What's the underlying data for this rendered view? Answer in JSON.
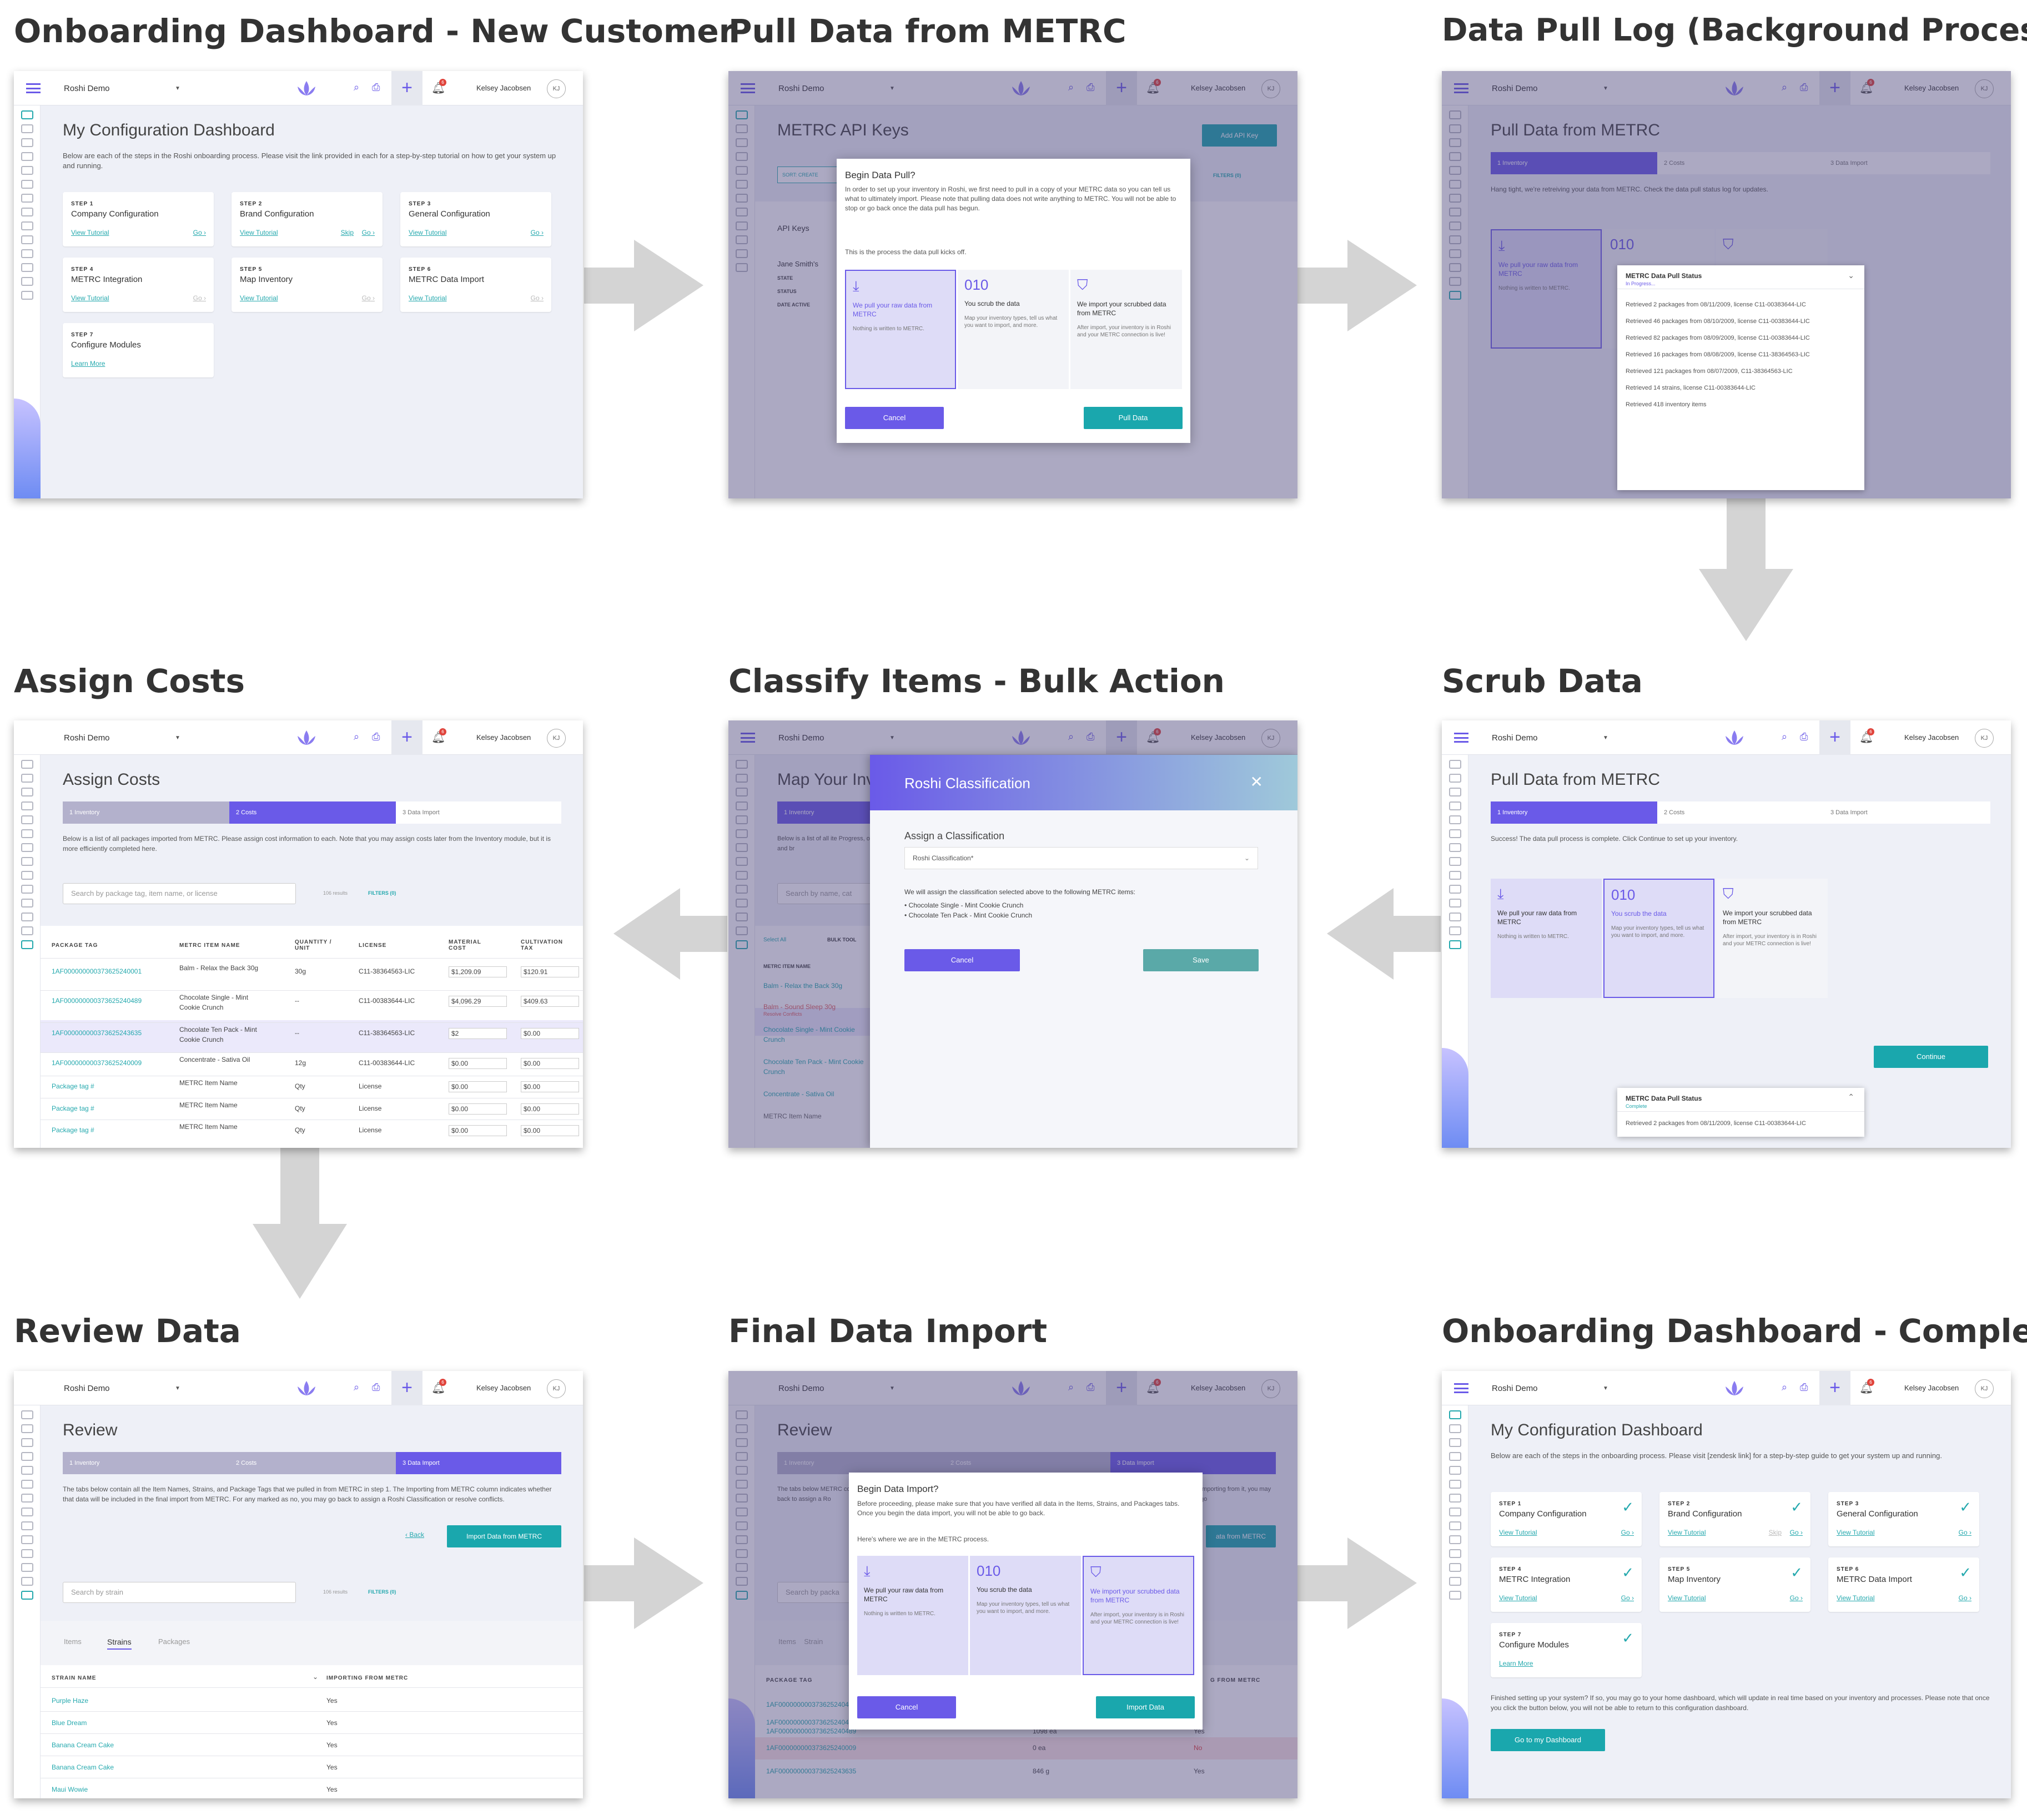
{
  "titles": {
    "p1": "Onboarding Dashboard - New Customer",
    "p2": "Pull Data from METRC",
    "p3": "Data Pull Log (Background Processor)",
    "p4": "Assign Costs",
    "p5": "Classify Items - Bulk Action",
    "p6": "Scrub Data",
    "p7": "Review Data",
    "p8": "Final Data Import",
    "p9": "Onboarding Dashboard - Complete"
  },
  "header": {
    "org": "Roshi Demo",
    "user": "Kelsey Jacobsen",
    "initials": "KJ",
    "notif": "6"
  },
  "dashboard": {
    "title": "My Configuration Dashboard",
    "desc": "Below are each of the steps in the Roshi onboarding process. Please visit the link provided in each for a step-by-step tutorial on how to get your system up and running.",
    "desc_complete": "Below are each of the steps in the onboarding process. Please visit [zendesk link] for a step-by-step guide to get your system up and running.",
    "steps": [
      {
        "step": "STEP 1",
        "name": "Company Configuration",
        "link": "View Tutorial",
        "go": "Go"
      },
      {
        "step": "STEP 2",
        "name": "Brand Configuration",
        "link": "View Tutorial",
        "skip": "Skip",
        "go": "Go"
      },
      {
        "step": "STEP 3",
        "name": "General Configuration",
        "link": "View Tutorial",
        "go": "Go"
      },
      {
        "step": "STEP 4",
        "name": "METRC Integration",
        "link": "View Tutorial",
        "go": "Go"
      },
      {
        "step": "STEP 5",
        "name": "Map Inventory",
        "link": "View Tutorial",
        "go": "Go"
      },
      {
        "step": "STEP 6",
        "name": "METRC Data Import",
        "link": "View Tutorial",
        "go": "Go"
      },
      {
        "step": "STEP 7",
        "name": "Configure Modules",
        "link": "Learn More"
      }
    ],
    "finished": "Finished setting up your system? If so, you may go to your home dashboard, which will update in real time based on your inventory and processes. Please note that once you click the button below, you will not be able to return to this configuration dashboard.",
    "go_dashboard": "Go to my Dashboard"
  },
  "pull": {
    "page_title": "METRC API Keys",
    "add_key": "Add API Key",
    "sort": "SORT: CREATE",
    "filters": "FILTERS (0)",
    "tab": "API Keys",
    "row_name": "Jane Smith's",
    "labels": [
      "STATE",
      "STATUS",
      "DATE ACTIVE"
    ],
    "modal_title": "Begin Data Pull?",
    "modal_text": "In order to set up your inventory in Roshi, we first need to pull in a copy of your METRC data so you can tell us what to ultimately import. Please note that pulling data does not write anything to METRC. You will not be able to stop or go back once the data pull has begun.",
    "modal_text2": "This is the process the data pull kicks off.",
    "cancel": "Cancel",
    "pull_btn": "Pull Data"
  },
  "process": [
    {
      "icon": "⤓",
      "head": "We pull your raw data from METRC",
      "desc": "Nothing is written to METRC."
    },
    {
      "icon": "010",
      "head": "You scrub the data",
      "desc": "Map your inventory types, tell us what you want to import, and more."
    },
    {
      "icon": "⛉",
      "head": "We import your scrubbed data from METRC",
      "desc": "After import, your inventory is in Roshi and your METRC connection is live!"
    }
  ],
  "log": {
    "page_title": "Pull Data from METRC",
    "stepper": [
      "1   Inventory",
      "2   Costs",
      "3   Data Import"
    ],
    "hang": "Hang tight, we're retreiving your data from METRC. Check the data pull status log for updates.",
    "status_title": "METRC Data Pull Status",
    "status_sub": "In Progress...",
    "status_done": "Complete",
    "lines": [
      "Retrieved 2 packages from 08/11/2009, license C11-00383644-LIC",
      "Retrieved 46 packages from 08/10/2009, license C11-00383644-LIC",
      "Retrieved 82 packages from 08/09/2009, license C11-00383644-LIC",
      "Retrieved 16 packages from 08/08/2009, license C11-38364563-LIC",
      "Retrieved 121 packages from 08/07/2009, C11-38364563-LIC",
      "Retrieved 14 strains, license C11-00383644-LIC",
      "Retrieved 418 inventory items"
    ],
    "success": "Success! The data pull process is complete. Click Continue to set up your inventory.",
    "continue": "Continue"
  },
  "costs": {
    "title": "Assign Costs",
    "desc": "Below is a list of all packages imported from METRC. Please assign cost information to each. Note that you may assign costs later from the Inventory module, but it is more efficiently completed here.",
    "search": "Search by package tag, item name, or license",
    "results": "106 results",
    "filters": "FILTERS (0)",
    "cols": [
      "PACKAGE TAG",
      "METRC ITEM NAME",
      "QUANTITY / UNIT",
      "LICENSE",
      "MATERIAL COST",
      "CULTIVATION TAX"
    ],
    "rows": [
      [
        "1AF000000000373625240001",
        "Balm - Relax the Back 30g",
        "30g",
        "C11-38364563-LIC",
        "$1,209.09",
        "$120.91"
      ],
      [
        "1AF000000000373625240489",
        "Chocolate Single - Mint Cookie Crunch",
        "--",
        "C11-00383644-LIC",
        "$4,096.29",
        "$409.63"
      ],
      [
        "1AF000000000373625243635",
        "Chocolate Ten Pack - Mint Cookie Crunch",
        "--",
        "C11-38364563-LIC",
        "$2",
        "$0.00"
      ],
      [
        "1AF000000000373625240009",
        "Concentrate - Sativa Oil",
        "12g",
        "C11-00383644-LIC",
        "$0.00",
        "$0.00"
      ],
      [
        "Package tag #",
        "METRC Item Name",
        "Qty",
        "License",
        "$0.00",
        "$0.00"
      ],
      [
        "Package tag #",
        "METRC Item Name",
        "Qty",
        "License",
        "$0.00",
        "$0.00"
      ],
      [
        "Package tag #",
        "METRC Item Name",
        "Qty",
        "License",
        "$0.00",
        "$0.00"
      ]
    ]
  },
  "classify": {
    "bg_title": "Map Your Inv",
    "bg_desc": "Below is a list of all ite Progress, or SKU) and br",
    "bg_search": "Search by name, cat",
    "select_all": "Select All",
    "bulk": "BULK TOOL",
    "bg_col": "METRC ITEM NAME",
    "bg_items": [
      "Balm - Relax the Back 30g",
      "Balm - Sound Sleep 30g",
      "Chocolate Single - Mint Cookie Crunch",
      "Chocolate Ten Pack - Mint Cookie Crunch",
      "Concentrate - Sativa Oil",
      "METRC Item Name"
    ],
    "resolve": "Resolve Conflicts",
    "panel_title": "Roshi Classification",
    "assign": "Assign a Classification",
    "select": "Roshi Classification*",
    "note": "We will assign the classification selected above to the following METRC items:",
    "items": [
      "• Chocolate Single - Mint Cookie Crunch",
      "• Chocolate Ten Pack - Mint Cookie Crunch"
    ],
    "cancel": "Cancel",
    "save": "Save"
  },
  "review": {
    "title": "Review",
    "desc": "The tabs below contain all the Item Names, Strains, and Package Tags that we pulled in from METRC in step 1. The Importing from METRC column indicates whether that data will be included in the final import from METRC. For any marked as no, you may go back to assign a Roshi Classification or resolve conflicts.",
    "back": "Back",
    "import_btn": "Import Data from METRC",
    "search": "Search by strain",
    "tabs": [
      "Items",
      "Strains",
      "Packages"
    ],
    "cols": [
      "STRAIN NAME",
      "IMPORTING FROM METRC"
    ],
    "rows": [
      [
        "Purple Haze",
        "Yes"
      ],
      [
        "Blue Dream",
        "Yes"
      ],
      [
        "Banana Cream Cake",
        "Yes"
      ],
      [
        "Banana Cream Cake",
        "Yes"
      ],
      [
        "Maui Wowie",
        "Yes"
      ]
    ]
  },
  "final": {
    "modal_title": "Begin Data Import?",
    "text": "Before proceeding, please make sure that you have verified all data in the Items, Strains, and Packages tabs. Once you begin the data import, you will not be able to go back.",
    "text2": "Here's where we are in the METRC process.",
    "cancel": "Cancel",
    "import": "Import Data",
    "bg_rows": [
      [
        "1AF000000000373625240489",
        "1098 ea",
        "Yes"
      ],
      [
        "1AF000000000373625240009",
        "0 ea",
        "No"
      ],
      [
        "1AF000000000373625243635",
        "846 g",
        "Yes"
      ]
    ],
    "bg_col": "PACKAGE TAG",
    "bg_col2": "G FROM METRC",
    "bg_btn": "ata from METRC",
    "bg_search": "Search by packa",
    "bg_frag": "The tabs below METRC column in back to assign a Ro",
    "bg_frag2": "Importing from it, you may go",
    "bg_tabs": "Items    Strain"
  },
  "colors": {
    "accent": "#6a5ae8",
    "teal": "#1aa7ad",
    "arrow": "#d4d4d4"
  }
}
